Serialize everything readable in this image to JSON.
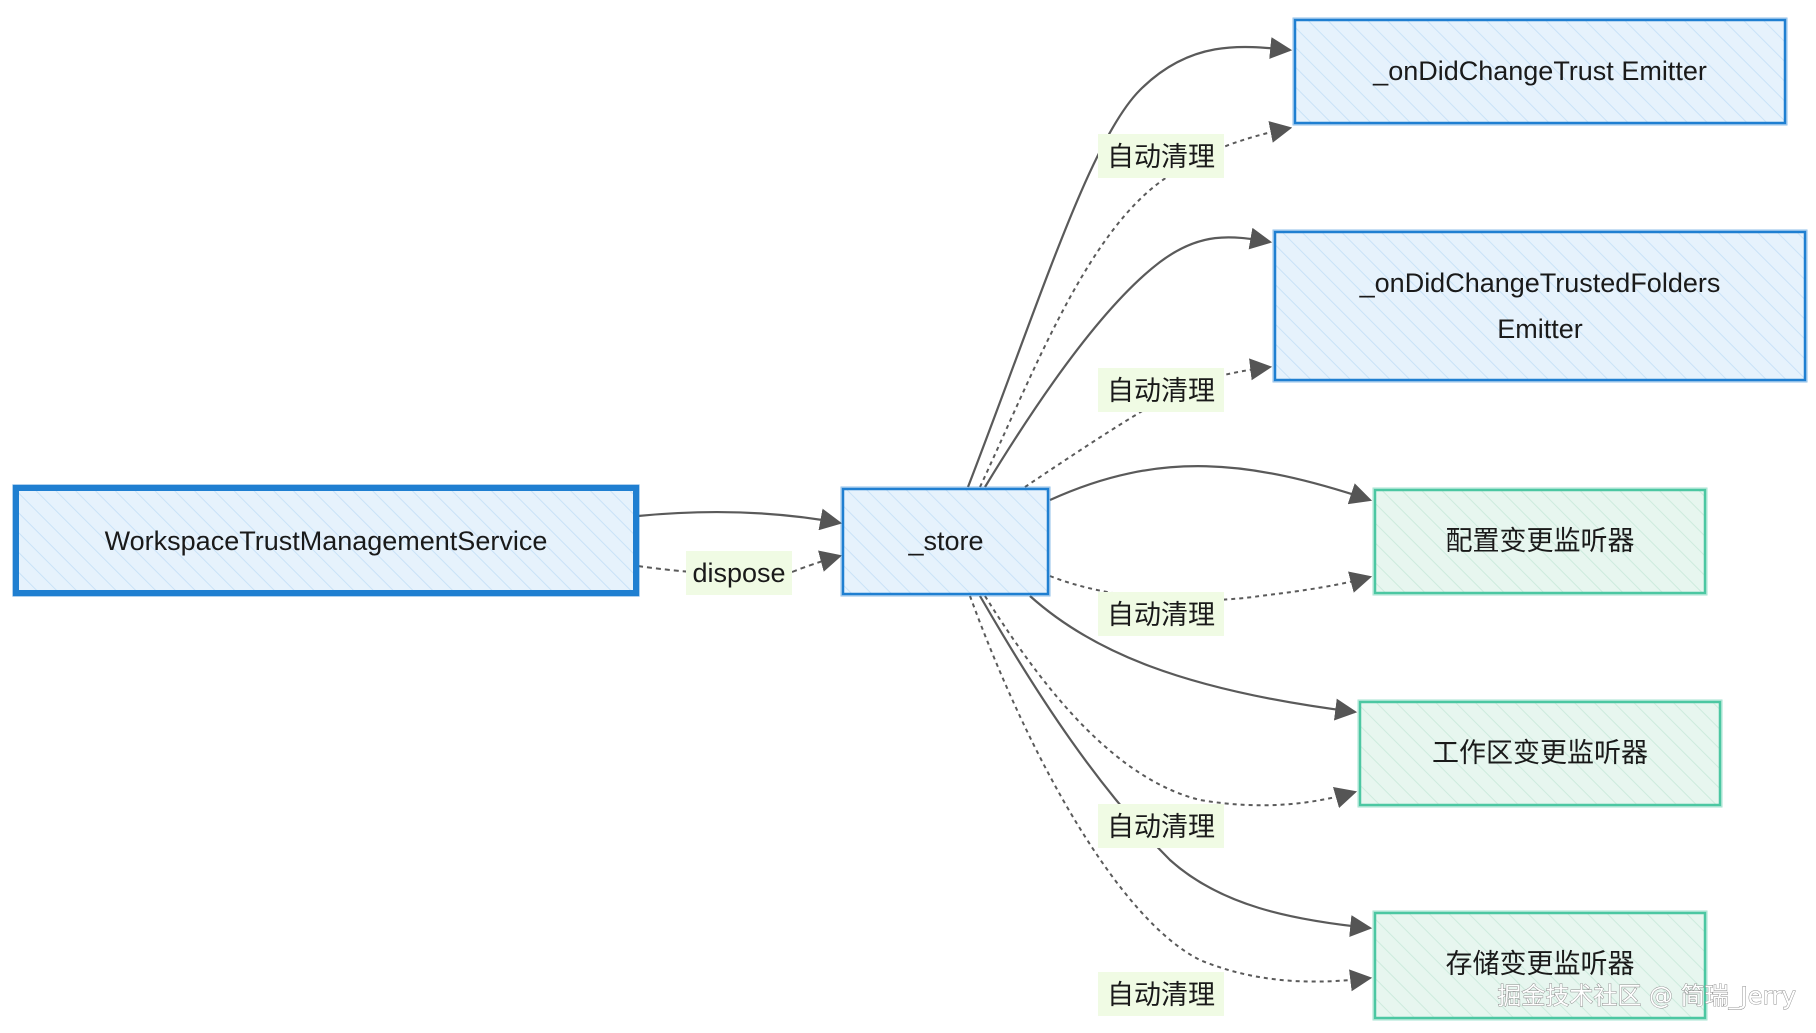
{
  "nodes": {
    "service": {
      "label": "WorkspaceTrustManagementService"
    },
    "store": {
      "label": "_store"
    },
    "trust_emitter": {
      "label": "_onDidChangeTrust Emitter"
    },
    "folders_emitter": {
      "line1": "_onDidChangeTrustedFolders",
      "line2": "Emitter"
    },
    "config_listener": {
      "label": "配置变更监听器"
    },
    "workspace_listener": {
      "label": "工作区变更监听器"
    },
    "storage_listener": {
      "label": "存储变更监听器"
    }
  },
  "edges": {
    "dispose_label": "dispose",
    "auto_cleanup_label": "自动清理"
  },
  "watermark": "掘金技术社区 @ 简瑞_Jerry",
  "colors": {
    "blue_stroke": "#1f7fd1",
    "blue_fill": "#e4f1fc",
    "green_stroke": "#4cc7a2",
    "green_fill": "#e5f6ee",
    "label_bg": "#f0fbe4",
    "edge": "#5a5a5a"
  }
}
